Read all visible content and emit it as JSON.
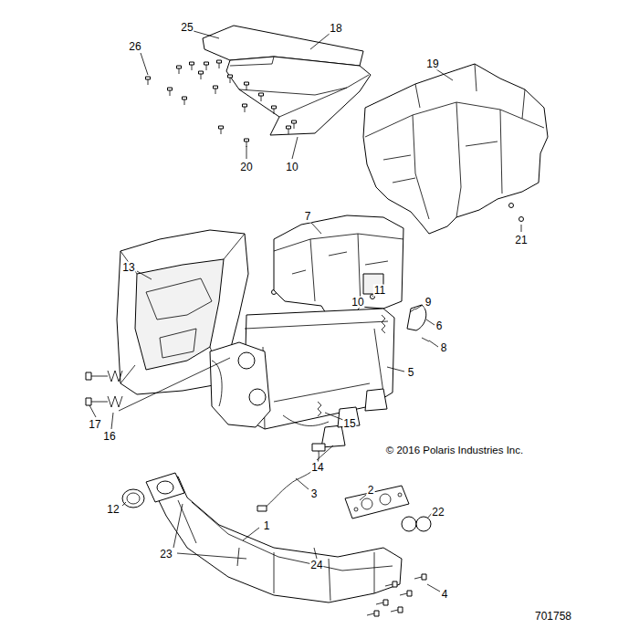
{
  "diagram": {
    "labels": [
      "26",
      "25",
      "18",
      "19",
      "20",
      "10",
      "21",
      "7",
      "13",
      "11",
      "10",
      "9",
      "6",
      "8",
      "5",
      "17",
      "16",
      "15",
      "14",
      "© 2016 Polaris Industries Inc.",
      "3",
      "2",
      "22",
      "12",
      "1",
      "23",
      "24",
      "4",
      "701758"
    ]
  }
}
